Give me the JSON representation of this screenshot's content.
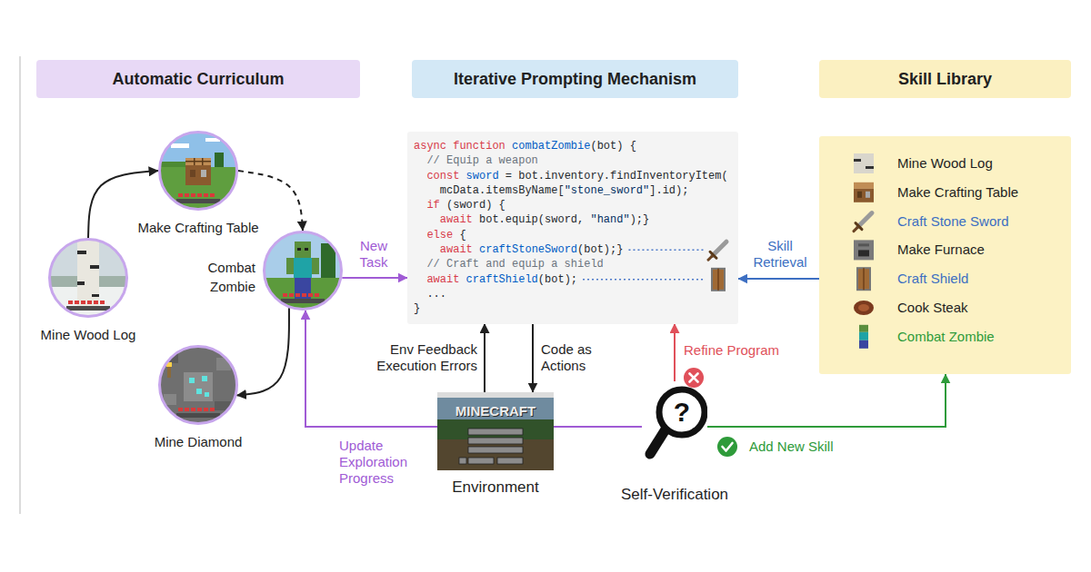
{
  "diagram": {
    "nodes": [
      {
        "text": [
          "Automatic Curriculum"
        ]
      },
      {
        "text": [
          "Iterative Prompting Mechanism"
        ]
      },
      {
        "text": [
          "Skill Library"
        ]
      },
      {
        "text": [
          "Mine Wood Log"
        ]
      },
      {
        "text": [
          "Make Crafting Table"
        ]
      },
      {
        "text": [
          "Combat Zombie"
        ]
      },
      {
        "text": [
          "Mine Diamond"
        ]
      },
      {
        "text": [
          "async function combatZombie(bot) {",
          "// Equip a weapon",
          "const sword = bot.inventory.findInventoryItem(",
          "mcData.itemsByName[\"stone_sword\"].id);",
          "if (sword) {",
          "await bot.equip(sword, \"hand\");}",
          "else {",
          "await craftStoneSword(bot);}",
          "// Craft and equip a shield",
          "await craftShield(bot);",
          "...",
          "}"
        ]
      },
      {
        "text": [
          "Environment"
        ]
      },
      {
        "text": [
          "Self-Verification"
        ]
      },
      {
        "text": [
          "Mine Wood Log",
          "Make Crafting Table",
          "Craft Stone Sword",
          "Make Furnace",
          "Craft Shield",
          "Cook Steak",
          "Combat Zombie"
        ]
      }
    ],
    "edges": [
      {
        "from": 3,
        "to": 4,
        "arrow": "to"
      },
      {
        "from": 4,
        "to": 5,
        "arrow": "to"
      },
      {
        "from": 5,
        "to": 6,
        "arrow": "to"
      },
      {
        "from": 5,
        "to": 7,
        "label": "New Task",
        "arrow": "to"
      },
      {
        "from": 10,
        "to": 7,
        "label": "Skill Retrieval",
        "arrow": "to"
      },
      {
        "from": 8,
        "to": 7,
        "label": "Env Feedback Execution Errors",
        "arrow": "to"
      },
      {
        "from": 7,
        "to": 8,
        "label": "Code as Actions",
        "arrow": "to"
      },
      {
        "from": 9,
        "to": 7,
        "label": "Refine Program",
        "arrow": "to"
      },
      {
        "from": 9,
        "to": 10,
        "label": "Add New Skill",
        "arrow": "to"
      },
      {
        "from": 8,
        "to": 5,
        "label": "Update Exploration Progress",
        "arrow": "to"
      },
      {
        "from": 9,
        "to": 8,
        "arrow": "none"
      }
    ],
    "labels": [
      "MINECRAFT",
      "?"
    ]
  }
}
